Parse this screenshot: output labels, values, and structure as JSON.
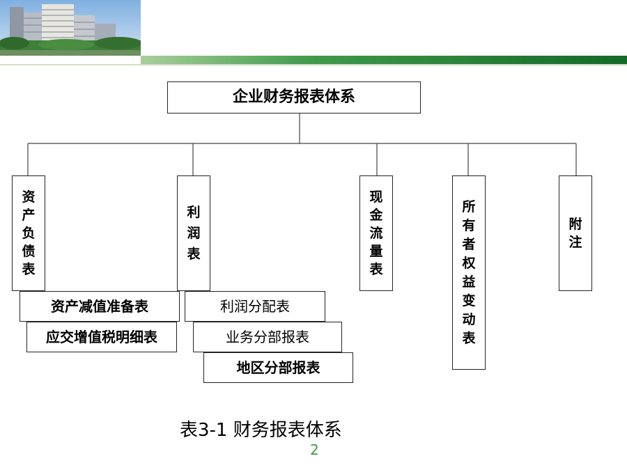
{
  "colors": {
    "accent_green": "#1e7a33",
    "light_green": "#cfe0c4",
    "page_number": "#3a9a3a"
  },
  "header": {
    "image": "building-photo"
  },
  "diagram": {
    "root": "企业财务报表体系",
    "branches": {
      "balance_sheet": "资产负债表",
      "income_statement": "利润表",
      "cash_flow": "现金流量表",
      "equity_changes": "所有者权益变动表",
      "notes": "附注"
    },
    "sub_statements": {
      "asset_impairment": "资产减值准备表",
      "vat_detail": "应交增值税明细表",
      "profit_distribution": "利润分配表",
      "segment_report": "业务分部报表",
      "regional_report": "地区分部报表"
    }
  },
  "caption": "表3-1  财务报表体系",
  "page_number": "2"
}
